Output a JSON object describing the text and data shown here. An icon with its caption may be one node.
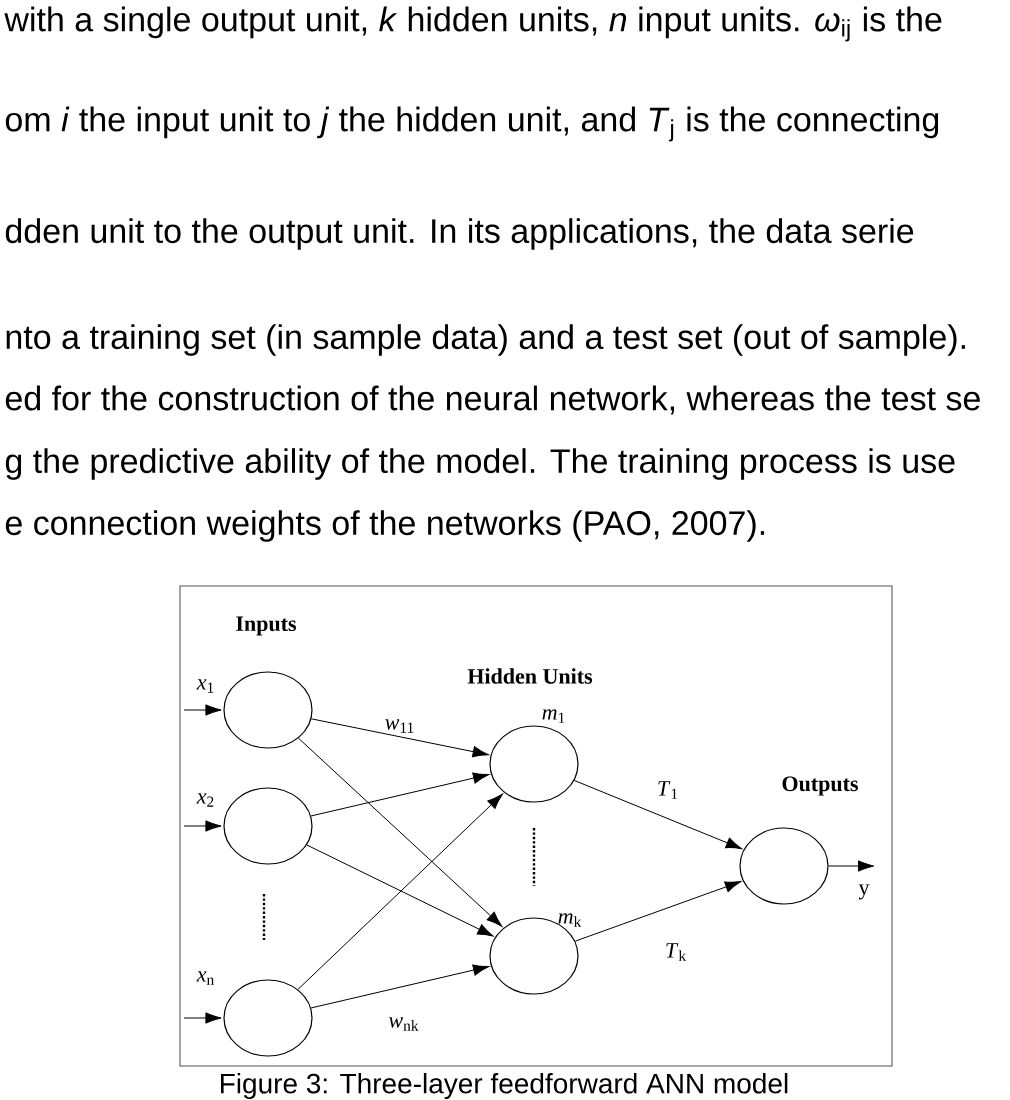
{
  "diagram": {
    "caption": "Figure 3: Three-layer feedforward ANN model",
    "nodes": [
      {
        "text": [],
        "shape": "circle"
      },
      {
        "text": [],
        "shape": "circle"
      },
      {
        "text": [],
        "shape": "circle"
      },
      {
        "text": [],
        "shape": "circle",
        "beside": [
          "*m*$_{1}$"
        ]
      },
      {
        "text": [],
        "shape": "circle",
        "beside": [
          "*m*$_{k}$"
        ]
      },
      {
        "text": [],
        "shape": "circle"
      }
    ],
    "edges": [
      {
        "from": null,
        "to": 0,
        "arrow": "to",
        "label": "*x*$_{1}$"
      },
      {
        "from": null,
        "to": 1,
        "arrow": "to",
        "label": "*x*$_{2}$"
      },
      {
        "from": null,
        "to": 2,
        "arrow": "to",
        "label": "*x*$_{n}$"
      },
      {
        "from": 0,
        "to": 3,
        "arrow": "to",
        "label": "*w*$_{11}$"
      },
      {
        "from": 0,
        "to": 4,
        "arrow": "to"
      },
      {
        "from": 1,
        "to": 3,
        "arrow": "to"
      },
      {
        "from": 1,
        "to": 4,
        "arrow": "to"
      },
      {
        "from": 2,
        "to": 3,
        "arrow": "to"
      },
      {
        "from": 2,
        "to": 4,
        "arrow": "to",
        "label": "*w*$_{nk}$"
      },
      {
        "from": 3,
        "to": 5,
        "arrow": "to",
        "label": "*T*$_{1}$"
      },
      {
        "from": 4,
        "to": 5,
        "arrow": "to",
        "label": "*T*$_{k}$"
      },
      {
        "from": 5,
        "to": null,
        "arrow": "to",
        "label": "y"
      }
    ],
    "labels": [
      "with a single output unit, *k* hidden units, *n* input units. *ω*$_{ij}$ is the",
      "om *i* the input unit to *j* the hidden unit, and *T*$_{j}$ is the connecting",
      "dden unit to the output unit. In its applications, the data serie",
      "nto a training set (in sample data) and a test set (out of sample).",
      "ed for the construction of the neural network, whereas the test se",
      "g the predictive ability of the model. The training process is use",
      "e connection weights of the networks (PAO, 2007).",
      "Inputs",
      "Hidden Units",
      "Outputs"
    ]
  }
}
